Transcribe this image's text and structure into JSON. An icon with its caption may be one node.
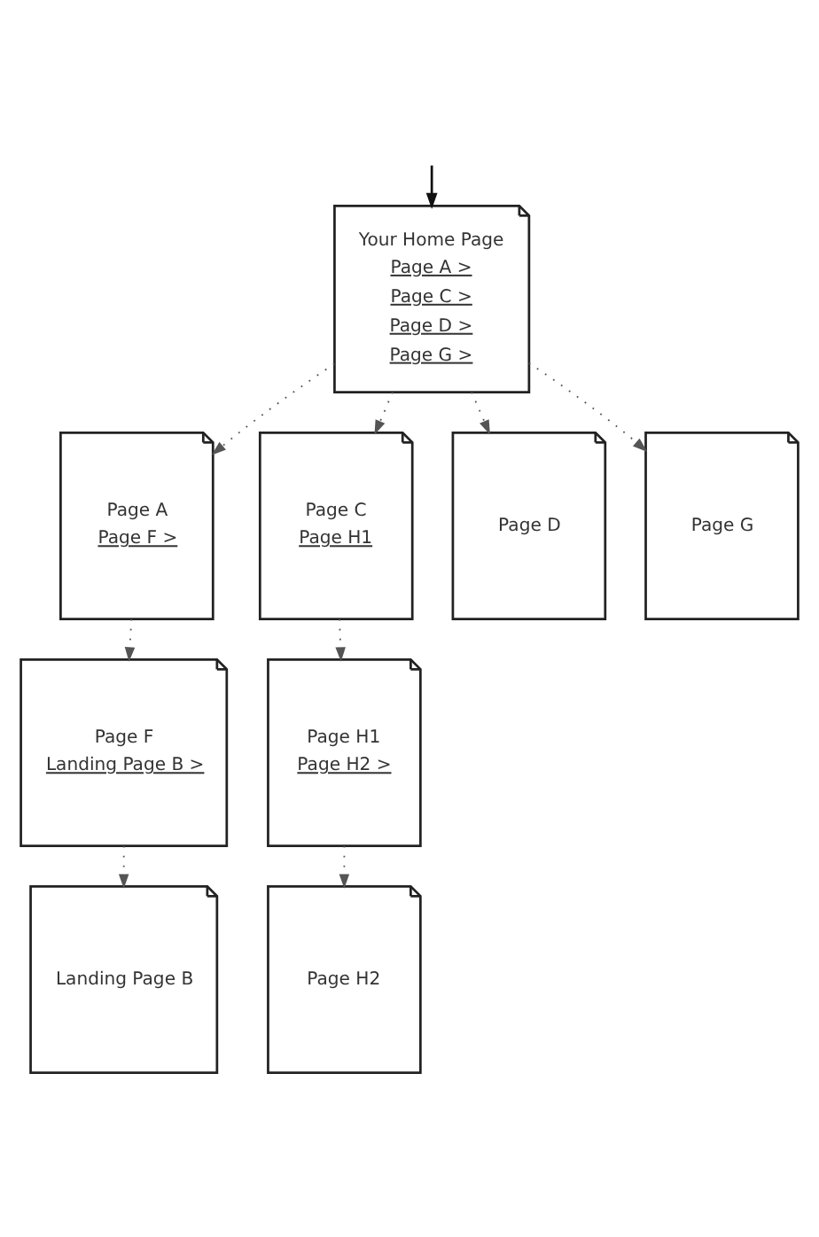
{
  "diagram": {
    "nodes": [
      {
        "text": [
          "Your Home Page",
          "Page A >",
          "Page C >",
          "Page D >",
          "Page G >"
        ]
      },
      {
        "text": [
          "Page A",
          "Page F >"
        ]
      },
      {
        "text": [
          "Page C",
          "Page H1"
        ]
      },
      {
        "text": [
          "Page D"
        ]
      },
      {
        "text": [
          "Page F",
          "Landing Page B >"
        ]
      },
      {
        "text": [
          "Page H1",
          "Page H2 >"
        ]
      },
      {
        "text": [
          "Page G"
        ]
      },
      {
        "text": [
          "Landing Page B"
        ]
      },
      {
        "text": [
          "Page H2"
        ]
      }
    ],
    "edges": [
      {
        "from": null,
        "to": 0,
        "arrow": "to"
      },
      {
        "from": 0,
        "to": 1,
        "arrow": "to",
        "style": "dashed"
      },
      {
        "from": 0,
        "to": 2,
        "arrow": "to",
        "style": "dashed"
      },
      {
        "from": 0,
        "to": 3,
        "arrow": "to",
        "style": "dashed"
      },
      {
        "from": 0,
        "to": 6,
        "arrow": "to",
        "style": "dashed"
      },
      {
        "from": 1,
        "to": 4,
        "arrow": "to",
        "style": "dashed"
      },
      {
        "from": 2,
        "to": 5,
        "arrow": "to",
        "style": "dashed"
      },
      {
        "from": 4,
        "to": 7,
        "arrow": "to",
        "style": "dashed"
      },
      {
        "from": 5,
        "to": 8,
        "arrow": "to",
        "style": "dashed"
      }
    ]
  }
}
